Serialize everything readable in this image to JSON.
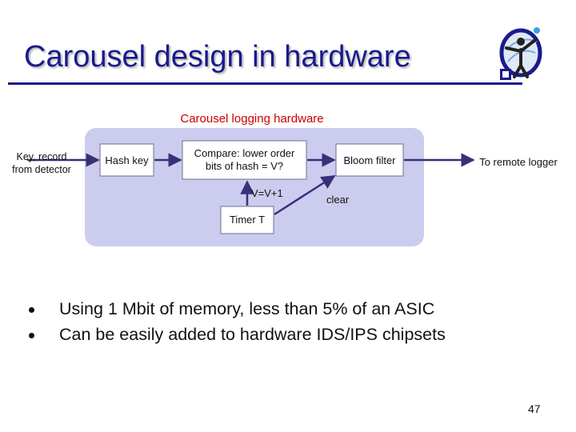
{
  "slide": {
    "title": "Carousel design in hardware",
    "diagram_caption": "Carousel logging hardware",
    "page_number": "47"
  },
  "diagram": {
    "input_label_line1": "Key, record",
    "input_label_line2": "from detector",
    "hash_key": "Hash key",
    "compare_line1": "Compare: lower order",
    "compare_line2": "bits of hash = V?",
    "bloom_filter": "Bloom filter",
    "output_label": "To remote logger",
    "increment_label": "V=V+1",
    "clear_label": "clear",
    "timer": "Timer T"
  },
  "bullets": [
    "Using 1 Mbit of memory, less than 5% of an ASIC",
    "Can be easily added to hardware IDS/IPS chipsets"
  ],
  "colors": {
    "title": "#1a1a8c",
    "panel": "#ccccee",
    "arrow": "#3b2f7a",
    "caption": "#cc0000"
  }
}
